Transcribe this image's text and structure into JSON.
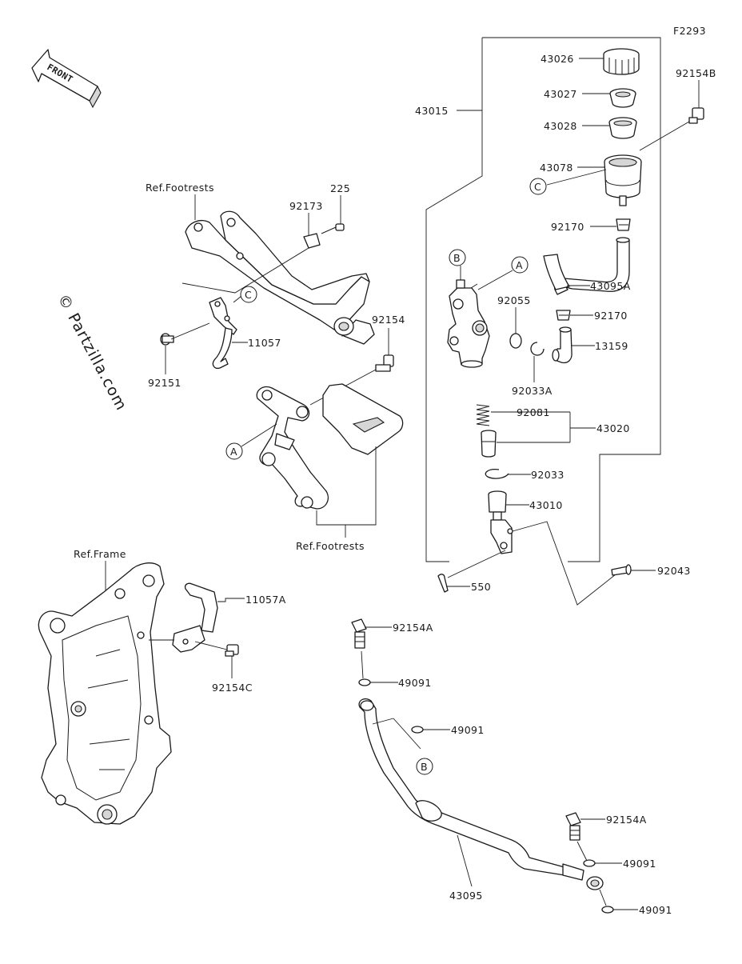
{
  "diagram_code": "F2293",
  "front_label": "FRONT",
  "watermark": "© Partzilla.com",
  "ref_labels": {
    "footrests_top": "Ref.Footrests",
    "footrests_mid": "Ref.Footrests",
    "frame": "Ref.Frame"
  },
  "callout_letters": {
    "A": "A",
    "B": "B",
    "C": "C"
  },
  "part_numbers": {
    "p43026": "43026",
    "p43027": "43027",
    "p43028": "43028",
    "p43078": "43078",
    "p92154B": "92154B",
    "p43015": "43015",
    "p92170a": "92170",
    "p43095A": "43095A",
    "p92055": "92055",
    "p92170b": "92170",
    "p13159": "13159",
    "p92033A": "92033A",
    "p92081": "92081",
    "p43020": "43020",
    "p92033": "92033",
    "p43010": "43010",
    "p92043": "92043",
    "p550": "550",
    "p225": "225",
    "p92173": "92173",
    "p11057": "11057",
    "p92151": "92151",
    "p92154": "92154",
    "p11057A": "11057A",
    "p92154C": "92154C",
    "p92154A_a": "92154A",
    "p49091_a": "49091",
    "p49091_b": "49091",
    "p43095": "43095",
    "p92154A_b": "92154A",
    "p49091_c": "49091",
    "p49091_d": "49091"
  }
}
